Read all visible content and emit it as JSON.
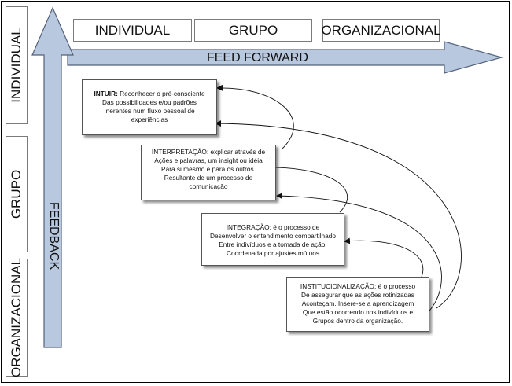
{
  "colors": {
    "arrow_fill": "#b8c8de",
    "arrow_stroke": "#53617a",
    "box_border": "#555555"
  },
  "top_levels": [
    "INDIVIDUAL",
    "GRUPO",
    "ORGANIZACIONAL"
  ],
  "left_levels": [
    "INDIVIDUAL",
    "GRUPO",
    "ORGANIZACIONAL"
  ],
  "feed_forward_label": "FEED FORWARD",
  "feedback_label": "FEEDBACK",
  "stages": {
    "intuir": {
      "name": "INTUIR:",
      "lines": [
        "Reconhecer o pré-consciente",
        "Das possibilidades e/ou padrões",
        "Inerentes num fluxo pessoal de",
        "experiências"
      ]
    },
    "interpretacao": {
      "name": "INTERPRETAÇÃO:",
      "lines": [
        "explicar através de",
        "Ações e palavras, um insight ou idéia",
        "Para si mesmo e para os outros.",
        "Resultante de um processo de",
        "comunicação"
      ]
    },
    "integracao": {
      "name": "INTEGRAÇÃO:",
      "lines": [
        "é o processo de",
        "Desenvolver o entendimento compartilhado",
        "Entre indivíduos e a tomada de ação,",
        "Coordenada por ajustes mútuos"
      ]
    },
    "institucionalizacao": {
      "name": "INSTITUCIONALIZAÇÃO:",
      "lines": [
        "é o processo",
        "De assegurar que as ações rotinizadas",
        "Aconteçam. Insere-se a aprendizagem",
        "Que estão ocorrendo nos indivíduos e",
        "Grupos dentro da organização."
      ]
    }
  }
}
